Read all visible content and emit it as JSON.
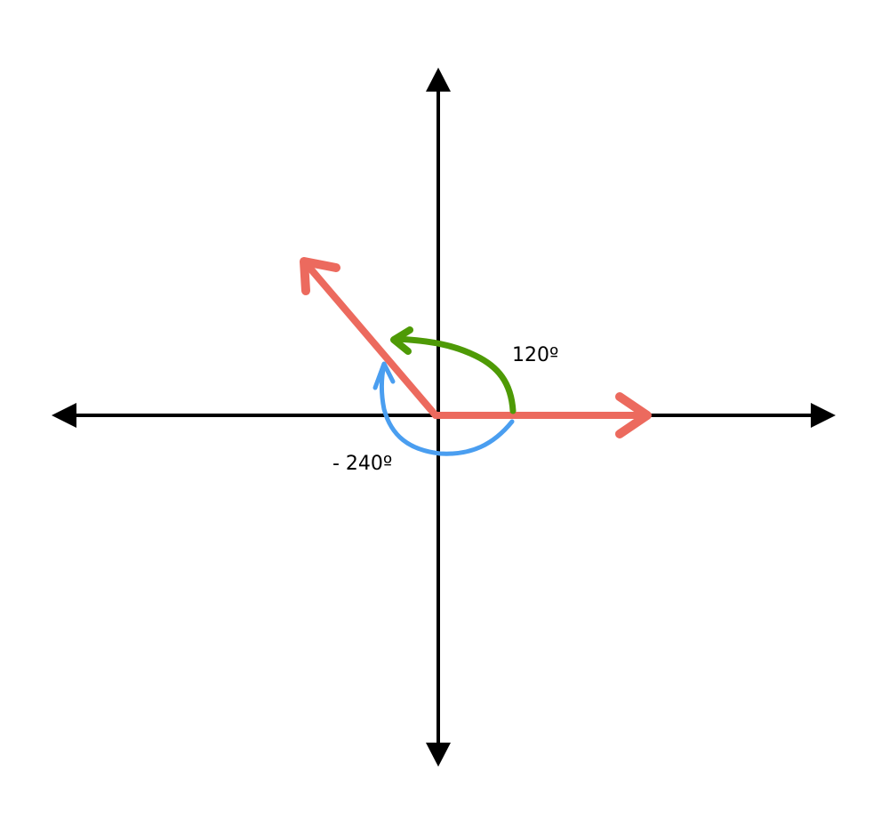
{
  "labels": {
    "positive_angle": "120º",
    "negative_angle": "- 240º"
  },
  "colors": {
    "axes": "#000000",
    "vectors": "#EC6A5E",
    "positive_rotation": "#4E9A06",
    "negative_rotation": "#4A9EF0",
    "background": "#FFFFFF"
  },
  "angles_deg": {
    "initial_side": 0,
    "terminal_side": 120,
    "positive_rotation": 120,
    "negative_rotation": -240
  }
}
